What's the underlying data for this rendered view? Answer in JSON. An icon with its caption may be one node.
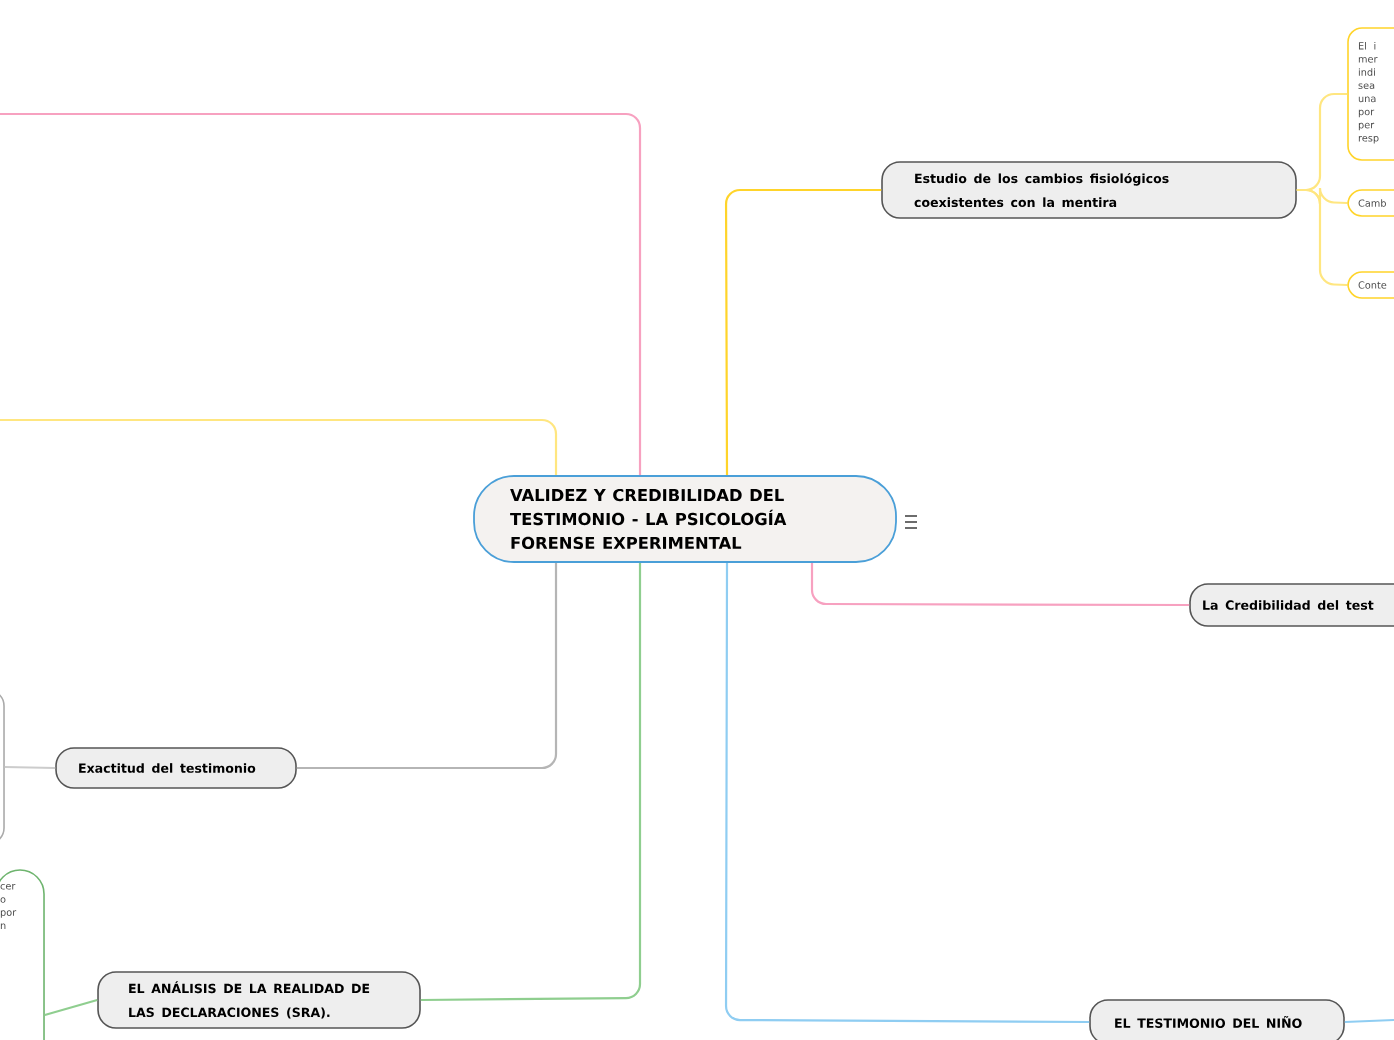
{
  "diagram": {
    "nodes": [
      {
        "text": [
          "VALIDEZ Y CREDIBILIDAD DEL TESTIMONIO - LA PSICOLOGÍA FORENSE EXPERIMENTAL"
        ]
      },
      {
        "text": [
          "Estudio de los cambios fisiológicos coexistentes con la mentira"
        ]
      },
      {
        "text": [
          "El i mer indi sea una por per resp"
        ]
      },
      {
        "text": [
          "Camb"
        ]
      },
      {
        "text": [
          "Conte"
        ]
      },
      {
        "text": [
          "La Credibilidad del test"
        ]
      },
      {
        "text": [
          "EL TESTIMONIO DEL NIÑO"
        ]
      },
      {
        "text": [
          "Exactitud del testimonio"
        ]
      },
      {
        "text": [],
        "shape": "box"
      },
      {
        "text": [
          "EL ANÁLISIS DE LA REALIDAD DE LAS DECLARACIONES (SRA)."
        ]
      },
      {
        "text": [
          "cer o por n"
        ]
      }
    ],
    "edges": [
      {
        "from": 0,
        "to": 1,
        "arrow": "none",
        "color": "#ffd42a"
      },
      {
        "from": 1,
        "to": 2,
        "arrow": "none",
        "color": "#ffe680"
      },
      {
        "from": 1,
        "to": 3,
        "arrow": "none",
        "color": "#ffe680"
      },
      {
        "from": 1,
        "to": 4,
        "arrow": "none",
        "color": "#ffe680"
      },
      {
        "from": 0,
        "to": 5,
        "arrow": "none",
        "color": "#f7a1c0"
      },
      {
        "from": 0,
        "to": 6,
        "arrow": "none",
        "color": "#8fcdf2"
      },
      {
        "from": 6,
        "to": null,
        "arrow": "none",
        "color": "#8fcdf2"
      },
      {
        "from": 0,
        "to": 7,
        "arrow": "none",
        "color": "#b5b5b5"
      },
      {
        "from": 7,
        "to": 8,
        "arrow": "none",
        "color": "#cccccc"
      },
      {
        "from": 0,
        "to": 9,
        "arrow": "none",
        "color": "#8fce8f"
      },
      {
        "from": 9,
        "to": 10,
        "arrow": "none",
        "color": "#8fce8f"
      },
      {
        "from": 0,
        "to": null,
        "arrow": "none",
        "color": "#f7a1c0"
      },
      {
        "from": 0,
        "to": null,
        "arrow": "none",
        "color": "#ffe680"
      }
    ]
  }
}
